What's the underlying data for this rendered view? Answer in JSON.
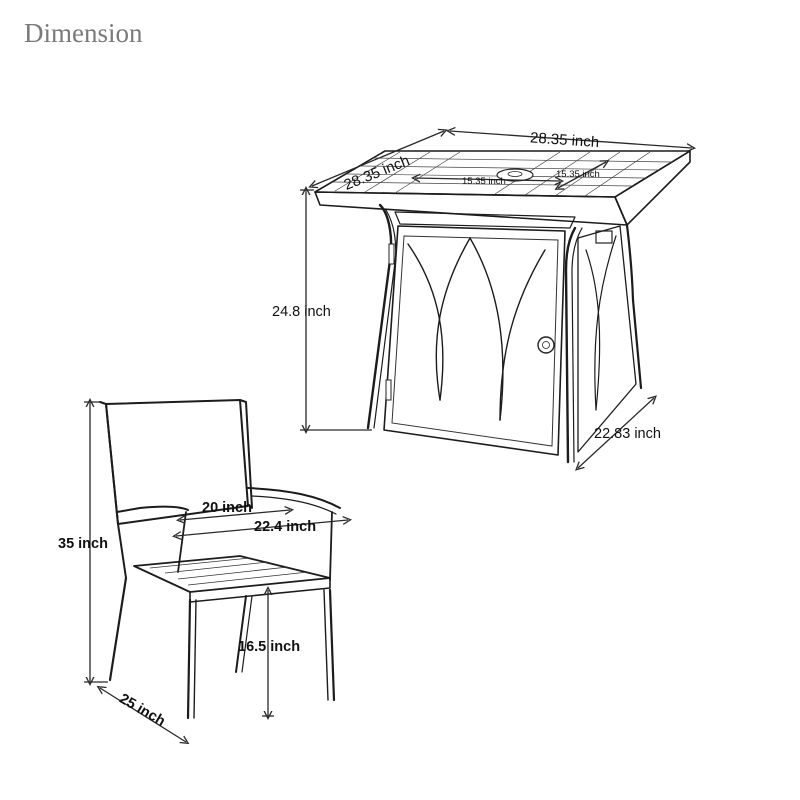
{
  "title": "Dimension",
  "table": {
    "width_top": "28.35 inch",
    "depth_left": "28.35 inch",
    "burner_width": "15.35 inch",
    "burner_depth": "15.35 inch",
    "height": "24.8 inch",
    "base_depth": "22.83 inch"
  },
  "chair": {
    "height": "35 inch",
    "seat_width": "20 inch",
    "arm_width": "22.4 inch",
    "seat_height": "16.5 inch",
    "depth": "25 inch"
  },
  "colors": {
    "line": "#1c1c1c",
    "title": "#7a7a7a"
  }
}
